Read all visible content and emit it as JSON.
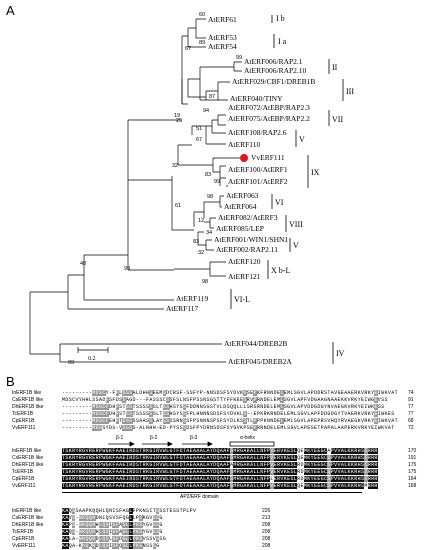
{
  "panel_a": {
    "label": "A",
    "scale_bar": "0.2",
    "leaves": [
      {
        "name": "AtERF61",
        "group": "I b"
      },
      {
        "name": "AtERF53",
        "group": "I a"
      },
      {
        "name": "AtERF54",
        "group": ""
      },
      {
        "name": "AtERF006/RAP2.1",
        "group": "II"
      },
      {
        "name": "AtERF006/RAP2.10",
        "group": ""
      },
      {
        "name": "AtERF029/CBF1/DREB1B",
        "group": "III"
      },
      {
        "name": "AtERF040/TINY",
        "group": ""
      },
      {
        "name": "AtERF072/AtEBP/RAP2.3",
        "group": "VII"
      },
      {
        "name": "AtERF075/AtEBP/RAP2.2",
        "group": ""
      },
      {
        "name": "AtERF108/RAP2.6",
        "group": "V"
      },
      {
        "name": "AtERF110",
        "group": ""
      },
      {
        "name": "VvERF111",
        "group": "IX"
      },
      {
        "name": "AtERF100/AtERF1",
        "group": ""
      },
      {
        "name": "AtERF101/AtERF2",
        "group": ""
      },
      {
        "name": "AtERF063",
        "group": "VI"
      },
      {
        "name": "AtERF064",
        "group": ""
      },
      {
        "name": "AtERF082/AtERF3",
        "group": "VIII"
      },
      {
        "name": "AtERF085/LEP",
        "group": ""
      },
      {
        "name": "AtERF001/WIN1/SHN1",
        "group": "V"
      },
      {
        "name": "AtERF002/RAP2.11",
        "group": ""
      },
      {
        "name": "AtERF120",
        "group": "X b-L"
      },
      {
        "name": "AtERF121",
        "group": ""
      },
      {
        "name": "AtERF119",
        "group": "VI-L"
      },
      {
        "name": "AtERF117",
        "group": ""
      },
      {
        "name": "AtERF044/DREB2B",
        "group": "IV"
      },
      {
        "name": "AtERF045/DREB2A",
        "group": ""
      }
    ],
    "bootstraps": [
      "60",
      "89",
      "67",
      "99",
      "87",
      "19",
      "94",
      "51",
      "25",
      "67",
      "83",
      "32",
      "99",
      "98",
      "61",
      "12",
      "34",
      "83",
      "32",
      "99",
      "48",
      "98",
      "99"
    ]
  },
  "panel_b": {
    "label": "B",
    "species": [
      "InERF1B like",
      "CsERF1B like",
      "DhERF1B like",
      "TcERF1B",
      "CpERF1B",
      "VvERF111"
    ],
    "block1": {
      "seqs": [
        "---------MDSCY-FPLSSSALDHHSEEMSDCRSF-SSFYP-NNSDSFSYDVKSSEPKFRNNDELEMLSGVLAPDDRSTAVGEAAERKVRKYEIWKVAT",
        "MDSCVYHHLSSADFSFDSSAGD---FASSSCSSFSLNSFPSSNSGSTTYFFKEESRVPRNDELEMLSGVLAPFVDGAAGNAAEKKVRKYEIWGEVSS",
        "---------MDSCFDHPSTSSTSSSSSSLTSSHSYSSFDDNNSGSTVLDSQQLLLSRSRNDELEMLSGVLAPVDDGDGYNVAEGKVRKYEIWKESS",
        "---------MDSCFDHPSTSSTSSSSSSLTSSHSYSSFPLHNNNSDSFSYDVKLS--EPKRKRNDELEMLSGVLAPFDDGDGYTVAERKVRKYEIWKES",
        "---------MDSCFEHPTSSSSSAASSLAYSSISRNSSFPSNNNSPSFSYDLKSSTLPPPKNNDELEMLSGVLAPEPRSVHQYRVAEGKVRKYEIWKVAT",
        "---------MDSSYDS-VSSSS-ALNHH-ED-PYSSSDSFPYDRNSDSFSYGVKPSEPRNNDELEMLSGVLAPESETPAPALAAPERKVRKYEIWKVAT"
      ],
      "nums": [
        "74",
        "91",
        "77",
        "77",
        "68",
        "72"
      ]
    },
    "block2": {
      "ss_labels": [
        "β-1",
        "β-2",
        "β-3",
        "α-helix"
      ],
      "seqs": [
        "TSKRYRGVRERPWGKFAAEIRDSTRKGIRVWLGTFDTAEAAALAYDQAAFSMRGAKALLNFPVERVKESLQEMKYEEGCAPVVALKKRHSIRRR",
        "TSKRYRGVRERPWGKFAAEIRDSTRKGIRVWLGTFDTAEAAALAYDQAAFSMRGAKALLNFPVERVKESLQEMKYEEGCSPVVALKKRHSIRRR",
        "TSKRYRGVRERPWGKFAAEIRDSTRKGIRVWLGTFDTAEAAALAYDQAAFAMRGAKALLNFPVERVKESLRDMKYEEGCSPVVALKKRHSIRRR",
        "TSKRYRGVRERPWGKFAAEIRDSTRKGIRVWLGTFDTAEAAALAYDQAAFSMRGAKALLNFPVERVKESLRDMKYEEGCSPVVALKKRHSIRRR",
        "TSKRYRGVRERPWGKFAAEIRDSTRKGIRVWLGTFDTAEAAALAYDQAAFSMRGAKALLNFPLERVKESLRDMKYEEGCSPVVALKKRHSIRRR",
        "TSKRYRGVRERPWGKFAAEIRDSTRKGIRVWLGTFDTAEAAALAYDQAAFSMRGAKALLNFPVERVKESLQEMKYEEGCSPVVALKKRHSMRRR"
      ],
      "nums": [
        "170",
        "191",
        "175",
        "175",
        "164",
        "168"
      ],
      "domain_label": "AP2/ERF domain"
    },
    "block3": {
      "seqs": [
        "KAQSSAAPKQQHLQNISFAGLFPKNSITSSSTESSTPLPV",
        "KAVS-NKQQRDNLQSVSFQGLLPSKGVSSG",
        "KAPS-NKQQRHLQSISFAGLLPKSYGVSSG",
        "KAQS-NKQQRHLQSISFAGLLPKSYGVSSG",
        "KALA-NKQQRDLQSLSFDGLLPKSVSSVSSG",
        "KAQA-KKQKRDLQSISFQGLLPKSNSSSG"
      ],
      "nums": [
        "226",
        "213",
        "208",
        "208",
        "208",
        "208"
      ]
    }
  }
}
